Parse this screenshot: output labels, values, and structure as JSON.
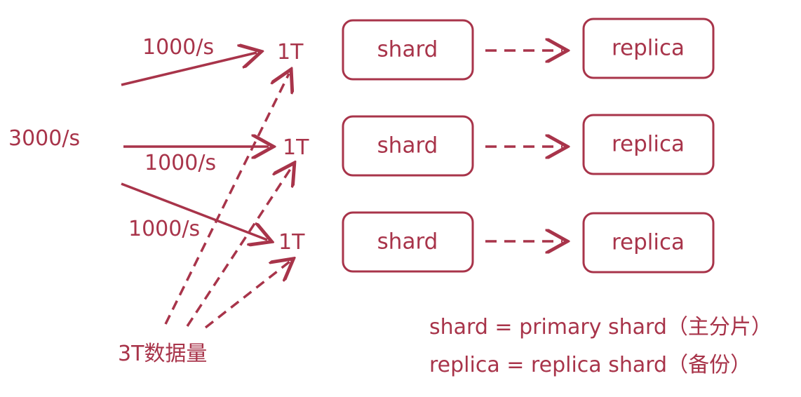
{
  "colors": {
    "accent": "#a8344a"
  },
  "diagram": {
    "total_rate": "3000/s",
    "total_data": "3T数据量",
    "rates": [
      "1000/s",
      "1000/s",
      "1000/s"
    ],
    "node_sizes": [
      "1T",
      "1T",
      "1T"
    ],
    "shards": [
      "shard",
      "shard",
      "shard"
    ],
    "replicas": [
      "replica",
      "replica",
      "replica"
    ]
  },
  "legend": {
    "line1": "shard = primary shard（主分片）",
    "line2": "replica = replica shard（备份）"
  }
}
